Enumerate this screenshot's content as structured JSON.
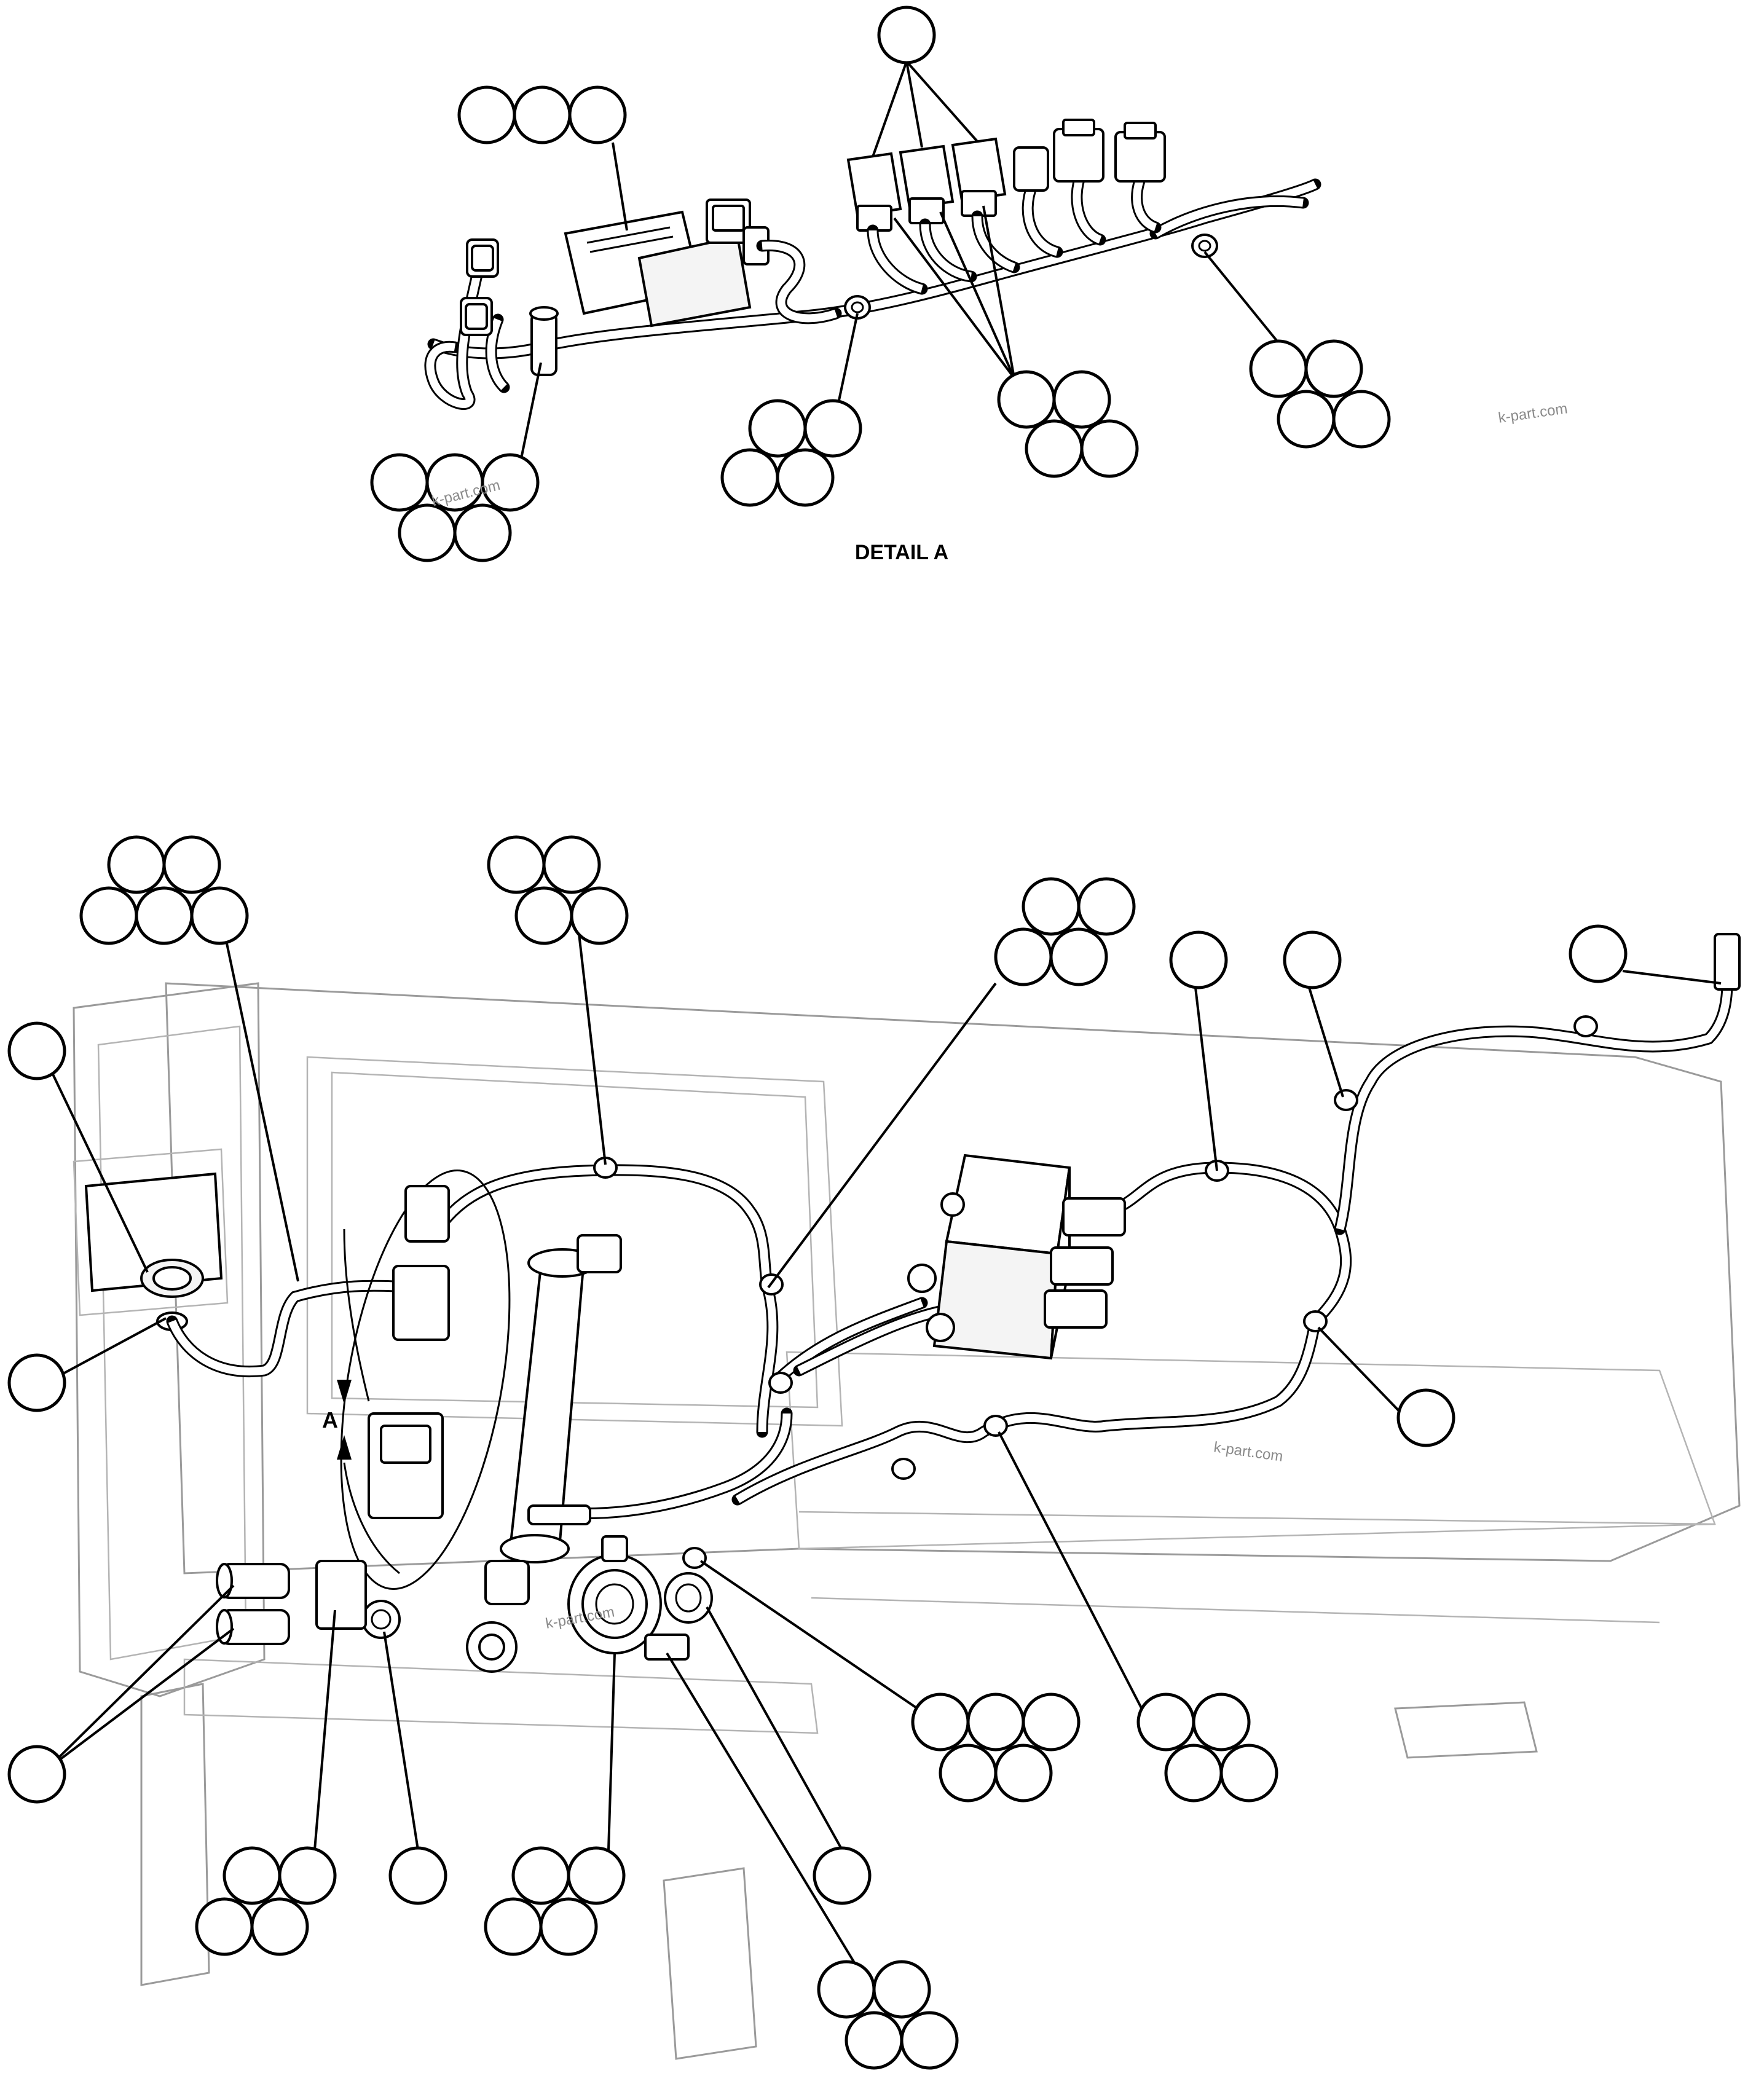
{
  "detail_title": "DETAIL A",
  "view_marker": "A",
  "watermark": "k-part.com"
}
